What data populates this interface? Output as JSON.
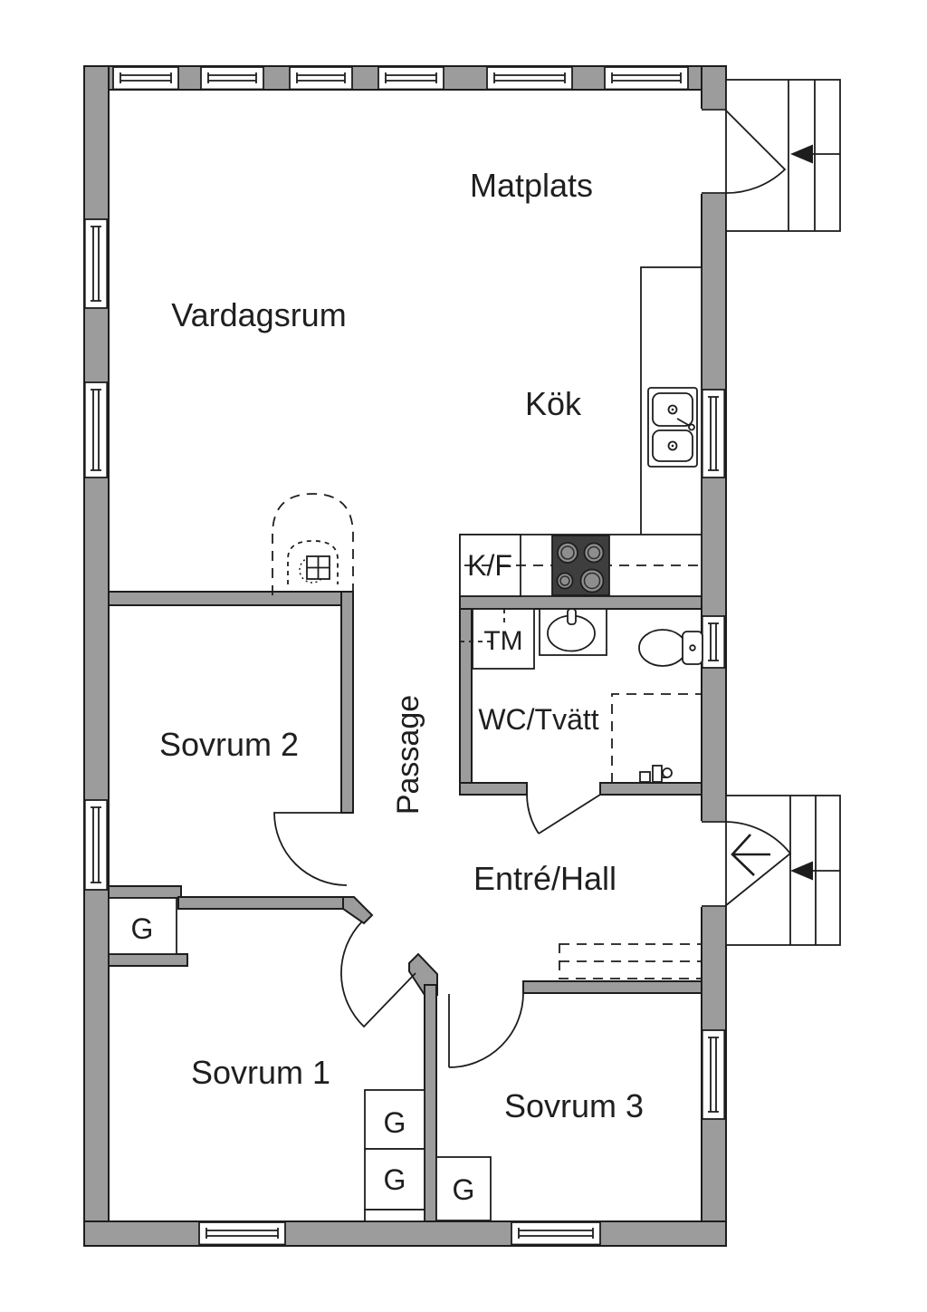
{
  "labels": {
    "vardagsrum": "Vardagsrum",
    "matplats": "Matplats",
    "kok": "Kök",
    "sovrum1": "Sovrum 1",
    "sovrum2": "Sovrum 2",
    "sovrum3": "Sovrum 3",
    "passage": "Passage",
    "entre_hall": "Entré/Hall",
    "wc_tvatt": "WC/Tvätt",
    "fridge_freezer": "K/F",
    "washing_machine": "TM",
    "wardrobe": "G"
  },
  "colors": {
    "wall": "#9c9c9c",
    "line": "#1d1d1d",
    "text": "#1f1f1f",
    "stove": "#3e3e3e",
    "burner": "#8e8e8e",
    "background": "#ffffff"
  }
}
